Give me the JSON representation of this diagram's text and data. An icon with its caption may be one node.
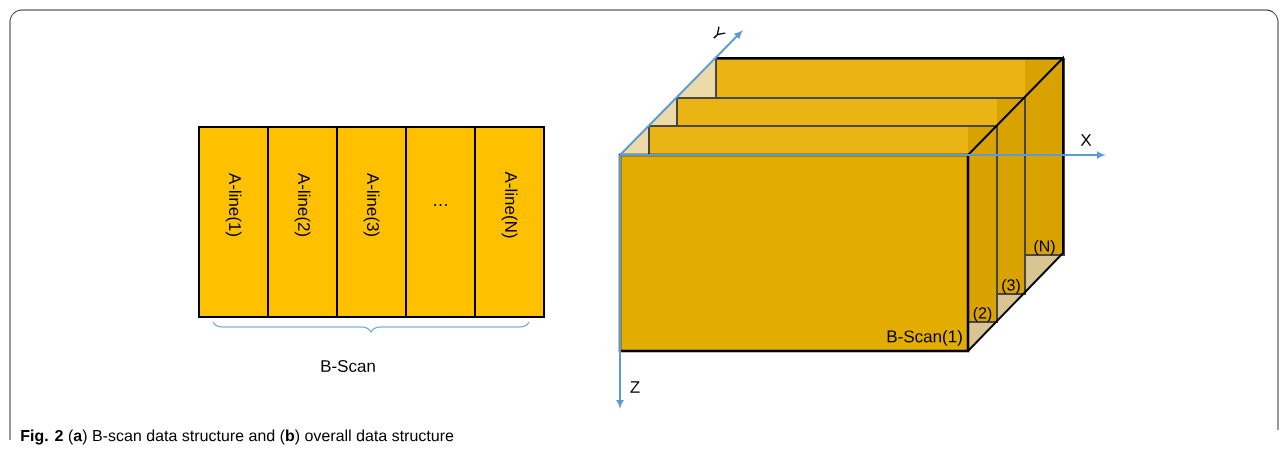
{
  "diagram": {
    "caption": "**Fig. 2** (**a**) B-scan data structure and (**b**) overall data structure",
    "nodes": [
      {
        "text": [
          "A-line(1)"
        ]
      },
      {
        "text": [
          "A-line(2)"
        ]
      },
      {
        "text": [
          "A-line(3)"
        ]
      },
      {
        "text": [
          "…"
        ]
      },
      {
        "text": [
          "A-line(N)"
        ]
      },
      {
        "text": [
          "B-Scan(1)"
        ]
      },
      {
        "text": [
          "(2)"
        ]
      },
      {
        "text": [
          "(3)"
        ]
      },
      {
        "text": [
          "(N)"
        ]
      }
    ],
    "labels": [
      "B-Scan",
      "X",
      "Y",
      "Z"
    ]
  }
}
